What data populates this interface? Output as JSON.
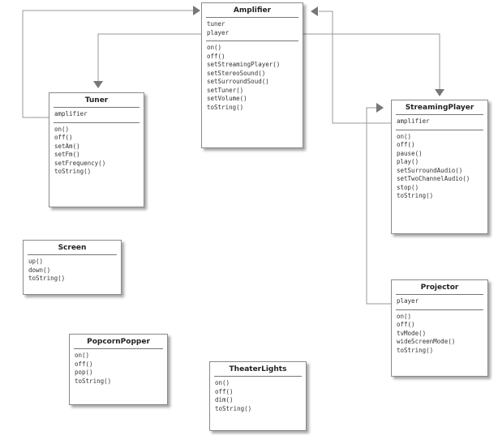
{
  "diagram": {
    "classes": [
      {
        "id": "amplifier",
        "name": "Amplifier",
        "attributes": [
          "tuner",
          "player"
        ],
        "methods": [
          "on()",
          "off()",
          "setStreamingPlayer()",
          "setStereoSound()",
          "setSurroundSoud()",
          "setTuner()",
          "setVolume()",
          "toString()"
        ]
      },
      {
        "id": "tuner",
        "name": "Tuner",
        "attributes": [
          "amplifier"
        ],
        "methods": [
          "on()",
          "off()",
          "setAm()",
          "setFm()",
          "setFrequency()",
          "toString()"
        ]
      },
      {
        "id": "streamingplayer",
        "name": "StreamingPlayer",
        "attributes": [
          "amplifier"
        ],
        "methods": [
          "on()",
          "off()",
          "pause()",
          "play()",
          "setSurroundAudio()",
          "setTwoChannelAudio()",
          "stop()",
          "toString()"
        ]
      },
      {
        "id": "screen",
        "name": "Screen",
        "attributes": [],
        "methods": [
          "up()",
          "down()",
          "toString()"
        ]
      },
      {
        "id": "projector",
        "name": "Projector",
        "attributes": [
          "player"
        ],
        "methods": [
          "on()",
          "off()",
          "tvMode()",
          "wideScreenMode()",
          "toString()"
        ]
      },
      {
        "id": "popcornpopper",
        "name": "PopcornPopper",
        "attributes": [],
        "methods": [
          "on()",
          "off()",
          "pop()",
          "toString()"
        ]
      },
      {
        "id": "theaterlights",
        "name": "TheaterLights",
        "attributes": [],
        "methods": [
          "on()",
          "off()",
          "dim()",
          "toString()"
        ]
      }
    ],
    "line_color": "#999999",
    "arrow_color": "#777777"
  }
}
